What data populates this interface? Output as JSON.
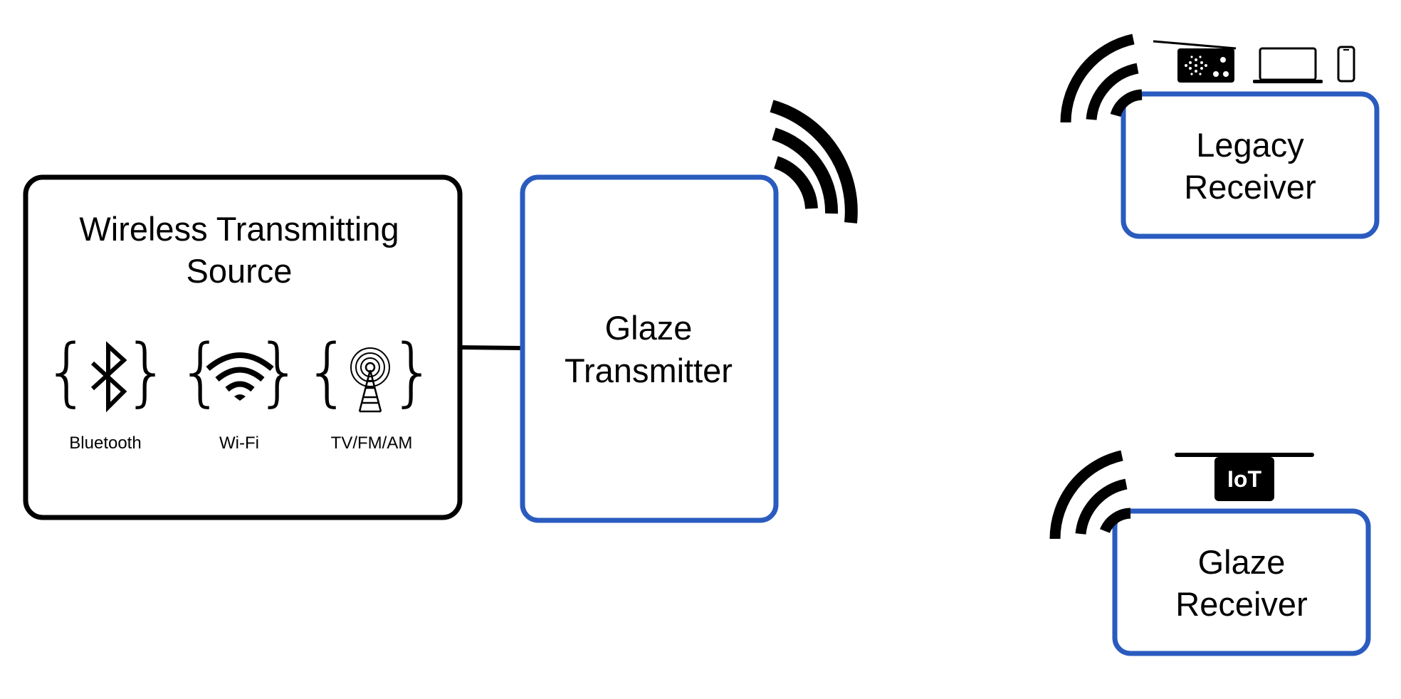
{
  "source_box": {
    "title_line1": "Wireless Transmitting",
    "title_line2": "Source",
    "border_color": "#000000",
    "protocols": [
      {
        "label": "Bluetooth",
        "icon": "bluetooth-icon"
      },
      {
        "label": "Wi-Fi",
        "icon": "wifi-icon"
      },
      {
        "label": "TV/FM/AM",
        "icon": "radio-tower-icon"
      }
    ]
  },
  "transmitter_box": {
    "title_line1": "Glaze",
    "title_line2": "Transmitter",
    "border_color": "#2a5bbf",
    "icon": "signal-waves-icon"
  },
  "legacy_receiver_box": {
    "title_line1": "Legacy",
    "title_line2": "Receiver",
    "border_color": "#2a5bbf",
    "icons": [
      "signal-waves-icon",
      "radio-icon",
      "laptop-icon",
      "phone-icon"
    ]
  },
  "glaze_receiver_box": {
    "title_line1": "Glaze",
    "title_line2": "Receiver",
    "border_color": "#2a5bbf",
    "icons": [
      "signal-waves-icon",
      "iot-device-icon"
    ],
    "iot_label": "IoT"
  }
}
